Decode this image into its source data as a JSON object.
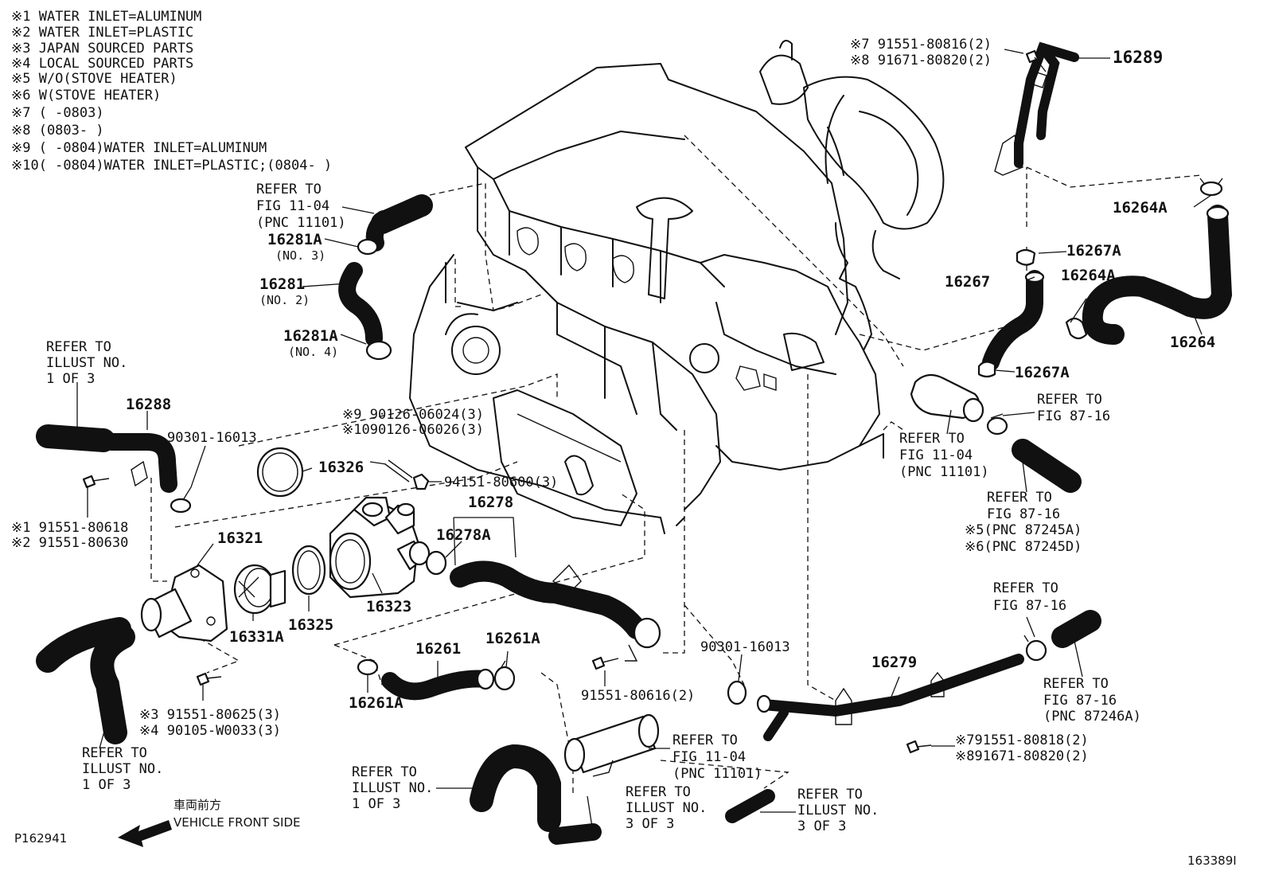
{
  "notes": [
    "※1 WATER INLET=ALUMINUM",
    "※2 WATER INLET=PLASTIC",
    "※3 JAPAN SOURCED PARTS",
    "※4 LOCAL SOURCED PARTS",
    "※5 W/O(STOVE HEATER)",
    "※6 W(STOVE HEATER)",
    "※7 (     -0803)",
    "※8 (0803-     )",
    "※9 (     -0804)WATER INLET=ALUMINUM",
    "※10(     -0804)WATER INLET=PLASTIC;(0804-     )"
  ],
  "labels": {
    "p16289": "16289",
    "bolt_16289_a": "※7 91551-80816(2)",
    "bolt_16289_b": "※8 91671-80820(2)",
    "p16264A_top": "16264A",
    "p16267A_top": "16267A",
    "p16267": "16267",
    "p16264A_mid": "16264A",
    "p16264": "16264",
    "p16267A_bot": "16267A",
    "ref_fig8716_a1": "REFER TO",
    "ref_fig8716_a2": "FIG 87-16",
    "ref_fig1104_r1": "REFER TO",
    "ref_fig1104_r2": "FIG 11-04",
    "ref_fig1104_r3": "(PNC 11101)",
    "ref_fig8716_b1": "REFER TO",
    "ref_fig8716_b2": "FIG 87-16",
    "ref_fig8716_b3": "※5(PNC 87245A)",
    "ref_fig8716_b4": "※6(PNC 87245D)",
    "ref_fig8716_c1": "REFER TO",
    "ref_fig8716_c2": "FIG 87-16",
    "ref_fig8716_d1": "REFER TO",
    "ref_fig8716_d2": "FIG 87-16",
    "ref_fig8716_d3": "(PNC 87246A)",
    "ref_fig1104_t1": "REFER TO",
    "ref_fig1104_t2": "FIG 11-04",
    "ref_fig1104_t3": "(PNC 11101)",
    "p16281A_no3": "16281A",
    "no3": "(NO. 3)",
    "p16281": "16281",
    "no2": "(NO. 2)",
    "p16281A_no4": "16281A",
    "no4": "(NO. 4)",
    "ref_illust_l1": "REFER TO",
    "ref_illust_l2": "ILLUST NO.",
    "ref_illust_l3": "1 OF 3",
    "p16288": "16288",
    "g90301_a": "90301-16013",
    "bolt9_a": "※9  90126-06024(3)",
    "bolt9_b": "※1090126-06026(3)",
    "p16326": "16326",
    "nut94151": "94151-80600(3)",
    "p16278": "16278",
    "p16278A": "16278A",
    "bolt1": "※1 91551-80618",
    "bolt2": "※2 91551-80630",
    "p16321": "16321",
    "p16323": "16323",
    "p16331A": "16331A",
    "p16325": "16325",
    "p16261": "16261",
    "p16261A_r": "16261A",
    "p16261A_l": "16261A",
    "bolt3": "※3 91551-80625(3)",
    "bolt4": "※4 90105-W0033(3)",
    "ref_illust_b1": "REFER TO",
    "ref_illust_b2": "ILLUST NO.",
    "ref_illust_b3": "1 OF 3",
    "bolt91551_616": "91551-80616(2)",
    "g90301_b": "90301-16013",
    "p16279": "16279",
    "bolt7_b": "※791551-80818(2)",
    "bolt8_b": "※891671-80820(2)",
    "ref_fig1104_b1": "REFER TO",
    "ref_fig1104_b2": "FIG 11-04",
    "ref_fig1104_b3": "(PNC 11101)",
    "ref_illust_m1": "REFER TO",
    "ref_illust_m2": "ILLUST NO.",
    "ref_illust_m3": "1 OF 3",
    "ref_illust_n1": "REFER TO",
    "ref_illust_n2": "ILLUST NO.",
    "ref_illust_n3": "3 OF 3",
    "ref_illust_o1": "REFER TO",
    "ref_illust_o2": "ILLUST NO.",
    "ref_illust_o3": "3 OF 3",
    "front_jp": "車両前方",
    "front_en": "VEHICLE FRONT SIDE",
    "fig_id_left": "P162941",
    "fig_id_right": "163389I"
  },
  "icons": {
    "front_arrow": "left-arrow-icon"
  }
}
